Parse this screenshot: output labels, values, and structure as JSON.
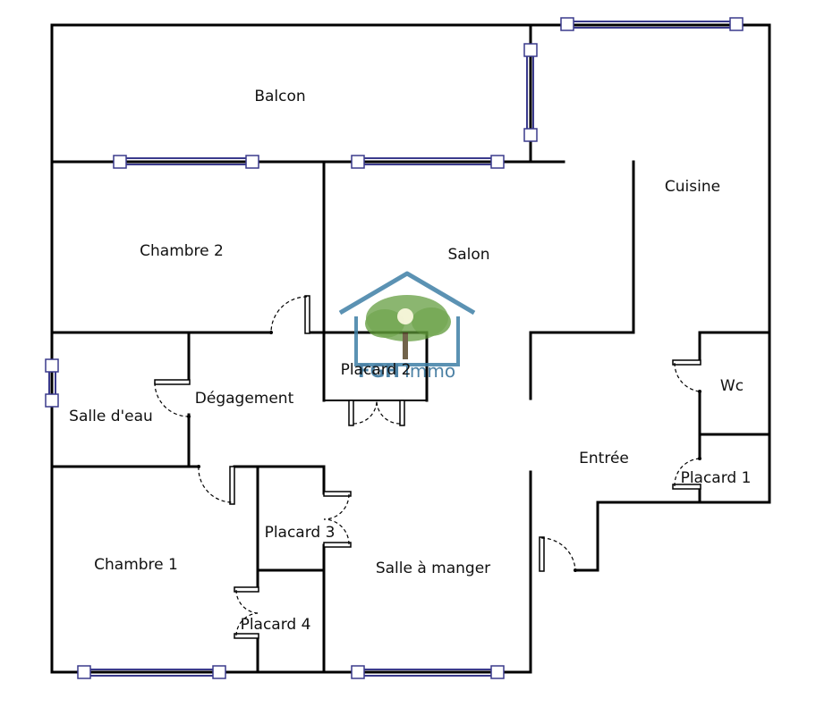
{
  "rooms": {
    "balcon": "Balcon",
    "chambre_2": "Chambre 2",
    "salon": "Salon",
    "cuisine": "Cuisine",
    "placard_2": "Placard 2",
    "degagement": "Dégagement",
    "salle_deau": "Salle d'eau",
    "wc": "Wc",
    "entree": "Entrée",
    "placard_1": "Placard 1",
    "placard_3": "Placard 3",
    "chambre_1": "Chambre 1",
    "salle_a_manger": "Salle à manger",
    "placard_4": "Placard 4"
  },
  "watermark": {
    "brand": "FGH",
    "suffix": "Immo"
  },
  "colors": {
    "walls": "#000000",
    "windows": "#3a3a8c",
    "logo_roof": "#3f7fa6",
    "logo_tree": "#5f9a3a",
    "background": "#ffffff"
  }
}
